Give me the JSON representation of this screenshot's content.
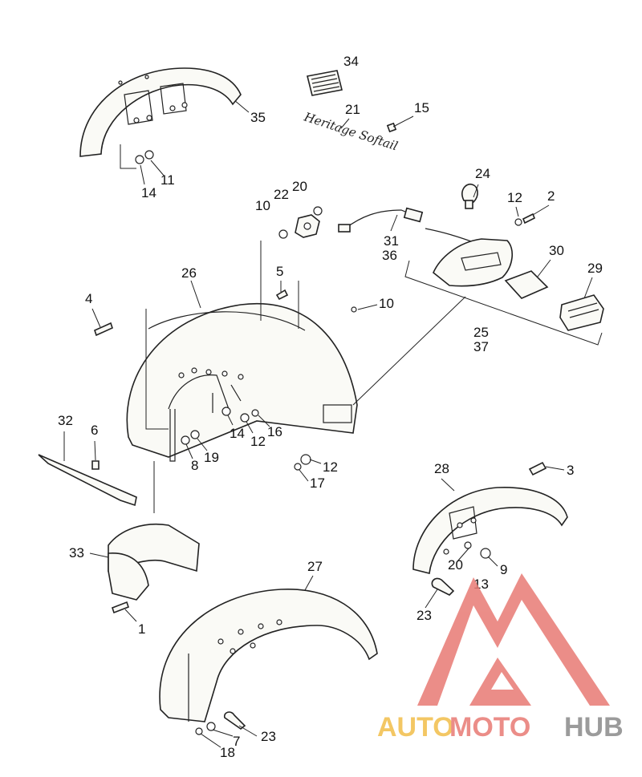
{
  "labels": [
    {
      "id": "34",
      "text": "34"
    },
    {
      "id": "21",
      "text": "21"
    },
    {
      "id": "15",
      "text": "15"
    },
    {
      "id": "35",
      "text": "35"
    },
    {
      "id": "14a",
      "text": "14"
    },
    {
      "id": "11",
      "text": "11"
    },
    {
      "id": "24",
      "text": "24"
    },
    {
      "id": "12a",
      "text": "12"
    },
    {
      "id": "2",
      "text": "2"
    },
    {
      "id": "22",
      "text": "22"
    },
    {
      "id": "20a",
      "text": "20"
    },
    {
      "id": "10a",
      "text": "10"
    },
    {
      "id": "31",
      "text": "31"
    },
    {
      "id": "36",
      "text": "36"
    },
    {
      "id": "30",
      "text": "30"
    },
    {
      "id": "29",
      "text": "29"
    },
    {
      "id": "26",
      "text": "26"
    },
    {
      "id": "5",
      "text": "5"
    },
    {
      "id": "4",
      "text": "4"
    },
    {
      "id": "10b",
      "text": "10"
    },
    {
      "id": "25",
      "text": "25"
    },
    {
      "id": "37",
      "text": "37"
    },
    {
      "id": "32",
      "text": "32"
    },
    {
      "id": "6",
      "text": "6"
    },
    {
      "id": "14b",
      "text": "14"
    },
    {
      "id": "12b",
      "text": "12"
    },
    {
      "id": "16",
      "text": "16"
    },
    {
      "id": "8",
      "text": "8"
    },
    {
      "id": "19",
      "text": "19"
    },
    {
      "id": "12c",
      "text": "12"
    },
    {
      "id": "17",
      "text": "17"
    },
    {
      "id": "28",
      "text": "28"
    },
    {
      "id": "3",
      "text": "3"
    },
    {
      "id": "33",
      "text": "33"
    },
    {
      "id": "20b",
      "text": "20"
    },
    {
      "id": "9",
      "text": "9"
    },
    {
      "id": "13",
      "text": "13"
    },
    {
      "id": "23a",
      "text": "23"
    },
    {
      "id": "1",
      "text": "1"
    },
    {
      "id": "27",
      "text": "27"
    },
    {
      "id": "23b",
      "text": "23"
    },
    {
      "id": "7",
      "text": "7"
    },
    {
      "id": "18",
      "text": "18"
    }
  ],
  "script_emblem": "Heritage Softail",
  "watermark": {
    "part_a": "AUTO",
    "part_b": "MOTO",
    "part_c": "HUB",
    "colors": {
      "auto": "#f2be4a",
      "moto": "#e87a74",
      "hub": "#8a8a8a",
      "logo": "#e87a74"
    }
  }
}
